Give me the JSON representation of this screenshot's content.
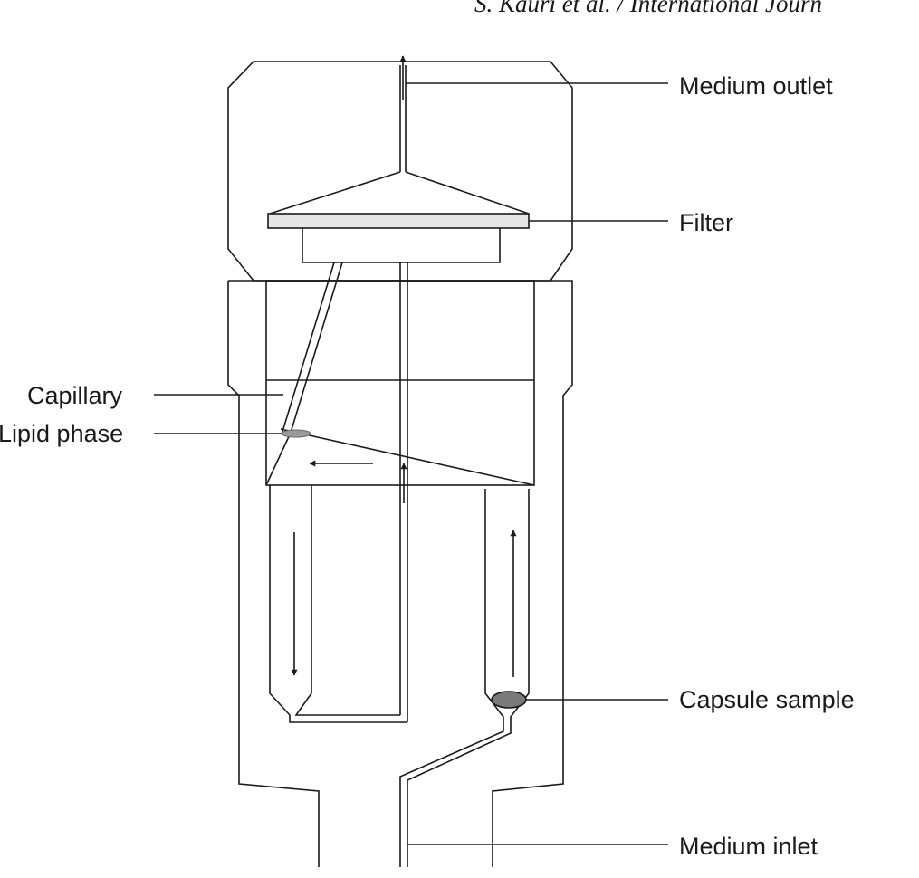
{
  "header": {
    "journal_text": "S. Kauri et al. / International Journ"
  },
  "labels": {
    "medium_outlet": "Medium outlet",
    "filter": "Filter",
    "capillary": "Capillary",
    "lipid_phase": "Lipid phase",
    "capsule_sample": "Capsule sample",
    "medium_inlet": "Medium inlet"
  },
  "colors": {
    "stroke": "#1a1a1a",
    "filter_fill": "#e6e6e6",
    "lipid_fill": "#9a9a9a",
    "capsule_fill": "#7a7a7a"
  }
}
